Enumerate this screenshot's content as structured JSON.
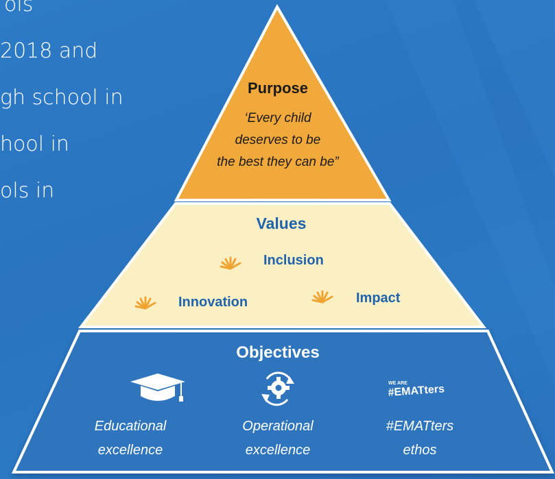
{
  "left_text": {
    "lines": [
      "ols",
      "2018 and",
      "gh school in",
      "hool in",
      "ols in"
    ]
  },
  "pyramid": {
    "purpose": {
      "title": "Purpose",
      "quote_lines": [
        "‘Every child",
        "deserves to be",
        "the best they can be”"
      ]
    },
    "values": {
      "title": "Values",
      "items": [
        "Inclusion",
        "Innovation",
        "Impact"
      ]
    },
    "objectives": {
      "title": "Objectives",
      "badge_small": "WE ARE",
      "badge_large": "#EMATters",
      "items": [
        {
          "icon": "graduation-cap-icon",
          "line1": "Educational",
          "line2": "excellence"
        },
        {
          "icon": "gear-cycle-icon",
          "line1": "Operational",
          "line2": "excellence"
        },
        {
          "icon": "ematters-badge-icon",
          "line1": "#EMATters",
          "line2": "ethos"
        }
      ]
    }
  },
  "colors": {
    "background": "#2b78c4",
    "purpose_fill": "#f2a93b",
    "values_fill": "#fbefc4",
    "objectives_fill": "#2f75bd",
    "title_blue": "#1e63ac",
    "accent_orange": "#f0a431"
  }
}
